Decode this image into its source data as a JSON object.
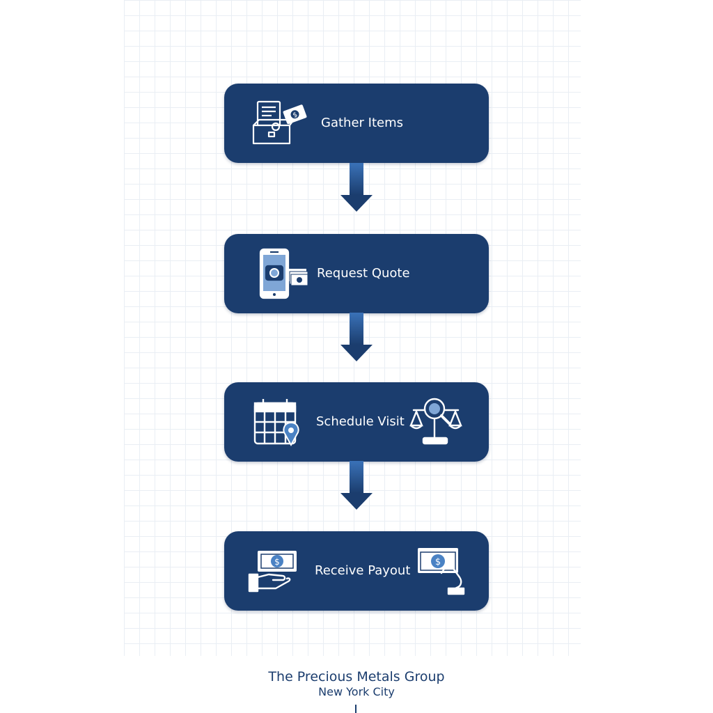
{
  "steps": [
    {
      "label": "Gather Items",
      "icons": [
        "document-box-icon",
        "cash-coin-icon"
      ]
    },
    {
      "label": "Request Quote",
      "icons": [
        "phone-camera-icon",
        "cash-stack-icon"
      ]
    },
    {
      "label": "Schedule Visit",
      "icons": [
        "calendar-pin-icon",
        "scale-magnifier-icon"
      ]
    },
    {
      "label": "Receive Payout",
      "icons": [
        "hand-cash-icon",
        "hand-receive-cash-icon"
      ]
    }
  ],
  "footer": {
    "company": "The Precious Metals Group",
    "location": "New York City"
  },
  "colors": {
    "box_fill": "#1b3d6e",
    "text": "#ffffff",
    "arrow_top": "#3a72b8",
    "arrow_bottom": "#1b3d6e",
    "grid": "#e9eef4"
  }
}
